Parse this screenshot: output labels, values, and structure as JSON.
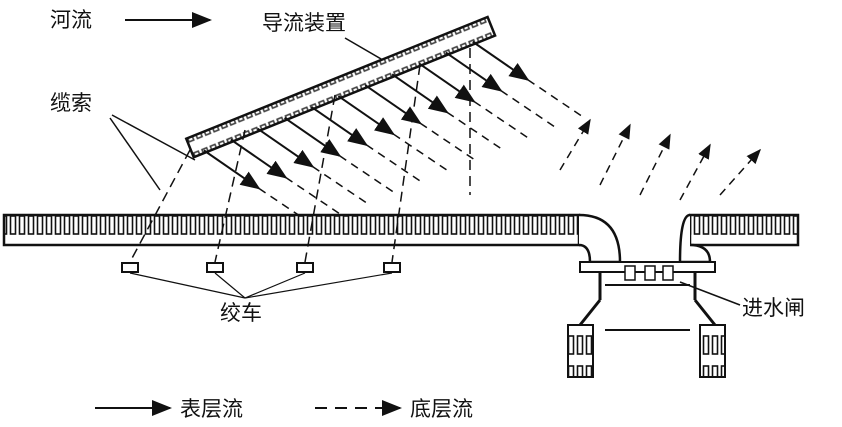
{
  "labels": {
    "river": "河流",
    "guide_device": "导流装置",
    "cable": "缆索",
    "winch": "绞车",
    "intake_gate": "进水闸"
  },
  "legend": {
    "surface_flow": "表层流",
    "bottom_flow": "底层流"
  },
  "colors": {
    "ink": "#111111",
    "background": "#ffffff"
  }
}
